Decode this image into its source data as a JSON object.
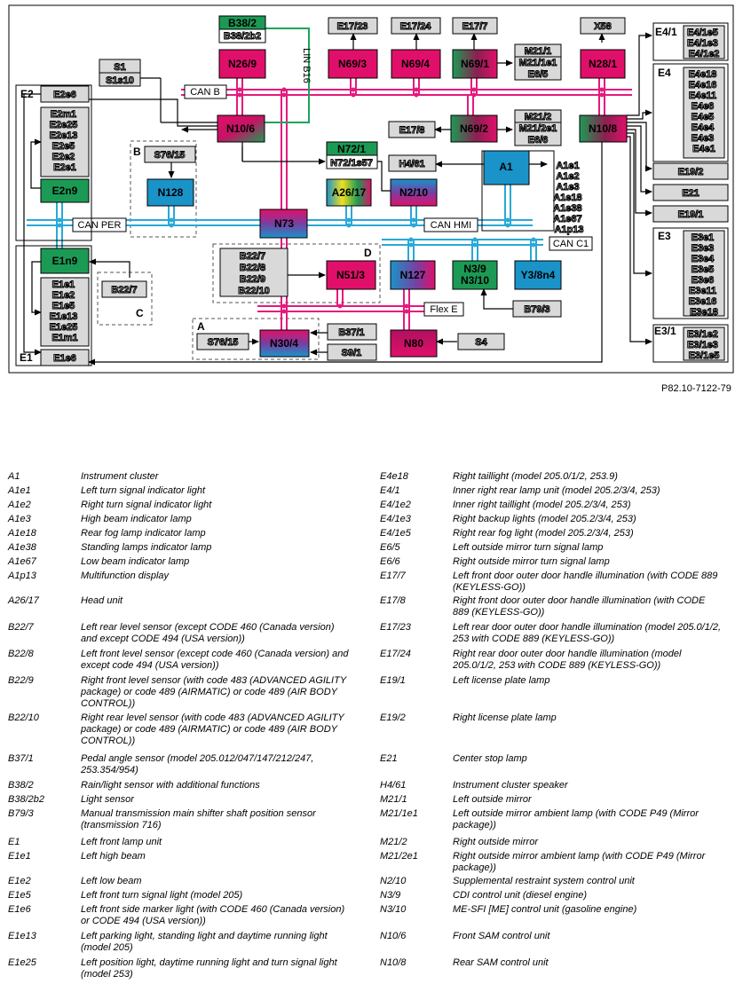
{
  "diagram": {
    "reference": "P82.10-7122-79",
    "bus_labels": {
      "can_b": "CAN B",
      "can_per": "CAN PER",
      "can_hmi": "CAN HMI",
      "can_c1": "CAN C1",
      "flex_e": "Flex E",
      "lin_b16": "LIN B16"
    },
    "group_labels": {
      "A": "A",
      "B": "B",
      "C": "C",
      "D": "D",
      "E1": "E1",
      "E2": "E2",
      "E3": "E3",
      "E4": "E4",
      "E3_1": "E3/1",
      "E4_1": "E4/1"
    },
    "modules": {
      "N26_9": "N26/9",
      "N69_3": "N69/3",
      "N69_4": "N69/4",
      "N69_1": "N69/1",
      "N28_1": "N28/1",
      "N10_6": "N10/6",
      "N69_2": "N69/2",
      "N10_8": "N10/8",
      "N128": "N128",
      "A26_17": "A26/17",
      "N2_10": "N2/10",
      "A1": "A1",
      "N73": "N73",
      "N51_3": "N51/3",
      "N127": "N127",
      "N3_9": "N3/9",
      "N3_10": "N3/10",
      "Y3_8n4": "Y3/8n4",
      "N30_4": "N30/4",
      "N80": "N80",
      "E2n9": "E2n9",
      "E1n9": "E1n9",
      "N72_1": "N72/1",
      "B38_2": "B38/2"
    },
    "components": {
      "B38_2b2": "B38/2b2",
      "E17_23": "E17/23",
      "E17_24": "E17/24",
      "E17_7": "E17/7",
      "X58": "X58",
      "M21_1": "M21/1",
      "M21_1e1": "M21/1e1",
      "E6_5": "E6/5",
      "M21_2": "M21/2",
      "M21_2e1": "M21/2e1",
      "E6_6": "E6/6",
      "S1": "S1",
      "S1s10": "S1s10",
      "E2e6": "E2e6",
      "E2_list": [
        "E2m1",
        "E2e25",
        "E2e13",
        "E2e5",
        "E2e2",
        "E2e1"
      ],
      "S76_15": "S76/15",
      "N72_1s57": "N72/1s57",
      "E17_8": "E17/8",
      "H4_61": "H4/61",
      "A1_list": [
        "A1e1",
        "A1e2",
        "A1e3",
        "A1e18",
        "A1e38",
        "A1e67",
        "A1p13"
      ],
      "E4_1_list": [
        "E4/1e5",
        "E4/1e3",
        "E4/1e2"
      ],
      "E4_list": [
        "E4e18",
        "E4e16",
        "E4e11",
        "E4e6",
        "E4e5",
        "E4e4",
        "E4e3",
        "E4e1"
      ],
      "E19_2": "E19/2",
      "E21": "E21",
      "E19_1": "E19/1",
      "E3_list": [
        "E3e1",
        "E3e3",
        "E3e4",
        "E3e5",
        "E3e6",
        "E3e11",
        "E3e16",
        "E3e18"
      ],
      "E3_1_list": [
        "E3/1e2",
        "E3/1e3",
        "E3/1e5"
      ],
      "E1_list": [
        "E1e1",
        "E1e2",
        "E1e5",
        "E1e13",
        "E1e25",
        "E1m1"
      ],
      "B22_7": "B22/7",
      "D_list": [
        "B22/7",
        "B22/8",
        "B22/9",
        "B22/10"
      ],
      "B37_1": "B37/1",
      "S9_1": "S9/1",
      "B79_3": "B79/3",
      "S4": "S4",
      "S76_15_A": "S76/15",
      "E1e6": "E1e6"
    }
  },
  "legend": {
    "left": [
      {
        "code": "A1",
        "desc": "Instrument cluster"
      },
      {
        "code": "A1e1",
        "desc": "Left turn signal indicator light"
      },
      {
        "code": "A1e2",
        "desc": "Right turn signal indicator light"
      },
      {
        "code": "A1e3",
        "desc": "High beam indicator lamp"
      },
      {
        "code": "A1e18",
        "desc": "Rear fog lamp indicator lamp"
      },
      {
        "code": "A1e38",
        "desc": "Standing lamps indicator lamp"
      },
      {
        "code": "A1e67",
        "desc": "Low beam indicator lamp"
      },
      {
        "code": "A1p13",
        "desc": "Multifunction display"
      },
      {
        "code": "A26/17",
        "desc": "Head unit"
      },
      {
        "code": "B22/7",
        "desc": "Left rear level sensor (except CODE 460 (Canada version) and except CODE 494 (USA version))"
      },
      {
        "code": "B22/8",
        "desc": "Left front level sensor (except code 460 (Canada version) and except code 494 (USA version))"
      },
      {
        "code": "B22/9",
        "desc": "Right front level sensor (with code 483 (ADVANCED AGILITY package) or code 489 (AIRMATIC) or code 489 (AIR BODY CONTROL))"
      },
      {
        "code": "B22/10",
        "desc": "Right rear level sensor (with code 483 (ADVANCED AGILITY package) or code 489 (AIRMATIC) or code 489 (AIR BODY CONTROL))"
      },
      {
        "code": "B37/1",
        "desc": "Pedal angle sensor (model 205.012/047/147/212/247, 253.354/954)"
      },
      {
        "code": "B38/2",
        "desc": "Rain/light sensor with additional functions"
      },
      {
        "code": "B38/2b2",
        "desc": "Light sensor"
      },
      {
        "code": "B79/3",
        "desc": "Manual transmission main shifter shaft position sensor (transmission 716)"
      },
      {
        "code": "E1",
        "desc": "Left front lamp unit"
      },
      {
        "code": "E1e1",
        "desc": "Left high beam"
      },
      {
        "code": "E1e2",
        "desc": "Left low beam"
      },
      {
        "code": "E1e5",
        "desc": "Left front turn signal light (model 205)"
      },
      {
        "code": "E1e6",
        "desc": "Left front side marker light (with CODE 460 (Canada version) or CODE 494 (USA version))"
      },
      {
        "code": "E1e13",
        "desc": "Left parking light, standing light and daytime running light (model 205)"
      },
      {
        "code": "E1e25",
        "desc": "Left position light, daytime running light and turn signal light (model 253)"
      }
    ],
    "right": [
      {
        "code": "E4e18",
        "desc": "Right taillight (model 205.0/1/2, 253.9)"
      },
      {
        "code": "E4/1",
        "desc": "Inner right rear lamp unit (model 205.2/3/4, 253)"
      },
      {
        "code": "E4/1e2",
        "desc": "Inner right taillight (model 205.2/3/4, 253)"
      },
      {
        "code": "E4/1e3",
        "desc": "Right backup lights (model 205.2/3/4, 253)"
      },
      {
        "code": "E4/1e5",
        "desc": "Right rear fog light (model 205.2/3/4, 253)"
      },
      {
        "code": "E6/5",
        "desc": "Left outside mirror turn signal lamp"
      },
      {
        "code": "E6/6",
        "desc": "Right outside mirror turn signal lamp"
      },
      {
        "code": "E17/7",
        "desc": "Left front door outer door handle illumination (with CODE 889 (KEYLESS-GO))"
      },
      {
        "code": "E17/8",
        "desc": "Right front door outer door handle illumination (with CODE 889 (KEYLESS-GO))"
      },
      {
        "code": "E17/23",
        "desc": "Left rear door outer door handle illumination (model 205.0/1/2, 253 with CODE 889 (KEYLESS-GO))"
      },
      {
        "code": "E17/24",
        "desc": "Right rear door outer door handle illumination (model 205.0/1/2, 253 with CODE 889 (KEYLESS-GO))"
      },
      {
        "code": "E19/1",
        "desc": "Left license plate lamp"
      },
      {
        "code": "E19/2",
        "desc": "Right license plate lamp"
      },
      {
        "code": "E21",
        "desc": "Center stop lamp"
      },
      {
        "code": "H4/61",
        "desc": "Instrument cluster speaker"
      },
      {
        "code": "M21/1",
        "desc": "Left outside mirror"
      },
      {
        "code": "M21/1e1",
        "desc": "Left outside mirror ambient lamp (with CODE P49 (Mirror package))"
      },
      {
        "code": "M21/2",
        "desc": "Right outside mirror"
      },
      {
        "code": "M21/2e1",
        "desc": "Right outside mirror ambient lamp (with CODE P49 (Mirror package))"
      },
      {
        "code": "N2/10",
        "desc": "Supplemental restraint system control unit"
      },
      {
        "code": "N3/9",
        "desc": "CDI control unit (diesel engine)"
      },
      {
        "code": "N3/10",
        "desc": "ME-SFI [ME] control unit (gasoline engine)"
      },
      {
        "code": "N10/6",
        "desc": "Front SAM control unit"
      },
      {
        "code": "N10/8",
        "desc": "Rear SAM control unit"
      }
    ]
  },
  "colors": {
    "can_b": "#e4197e",
    "can_per": "#29a8d8",
    "flex_e": "#e4197e",
    "lin": "#1aa55b",
    "magenta": "#e0106a",
    "green": "#1c9a55",
    "blue": "#1a93c9",
    "gray_box": "#d9d9d9"
  }
}
